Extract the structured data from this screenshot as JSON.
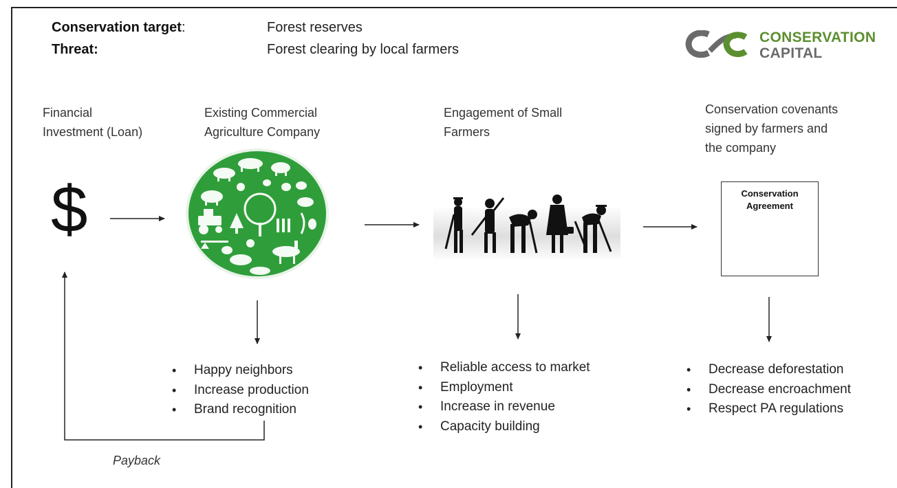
{
  "header": {
    "target_label": "Conservation target",
    "target_colon": ":",
    "target_value": "Forest reserves",
    "threat_label": "Threat:",
    "threat_value": "Forest clearing by local farmers"
  },
  "logo": {
    "line1": "CONSERVATION",
    "line2": "CAPITAL",
    "colors": {
      "grey": "#6b6b6b",
      "green": "#5c8f2f"
    }
  },
  "steps": [
    {
      "caption": [
        "Financial",
        "Investment (Loan)"
      ],
      "symbol": "$"
    },
    {
      "caption": [
        "Existing Commercial",
        "Agriculture Company"
      ],
      "badge_color": "#2f9e3a"
    },
    {
      "caption": [
        "Engagement of Small",
        "Farmers"
      ]
    },
    {
      "caption": [
        "Conservation covenants",
        "signed by farmers and",
        "the company"
      ],
      "document": {
        "line1": "Conservation",
        "line2": "Agreement"
      }
    }
  ],
  "outcomes": {
    "company": [
      "Happy neighbors",
      "Increase production",
      "Brand recognition"
    ],
    "farmers": [
      "Reliable access to market",
      "Employment",
      "Increase in revenue",
      "Capacity building"
    ],
    "conservation": [
      "Decrease deforestation",
      "Decrease encroachment",
      "Respect PA regulations"
    ]
  },
  "payback_label": "Payback"
}
